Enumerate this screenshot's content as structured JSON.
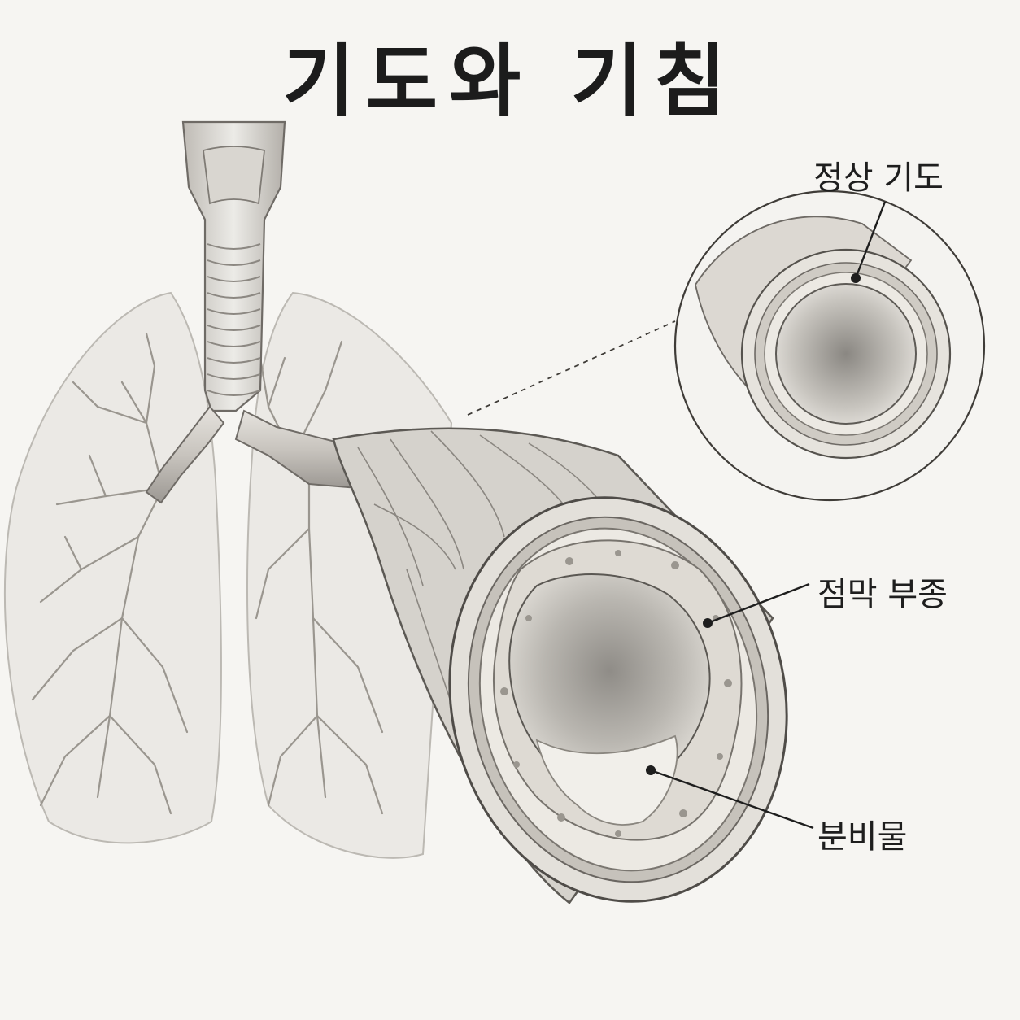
{
  "title": "기도와 기침",
  "labels": {
    "normal_airway": "정상 기도",
    "mucosal_edema": "점막 부종",
    "secretion": "분비물"
  },
  "colors": {
    "background": "#f6f5f2",
    "ink": "#2a2a2a",
    "lung_fill": "#e9e7e3",
    "tissue_light": "#e2dfda",
    "tissue_mid": "#bdb9b2",
    "tissue_dark": "#6d6a65",
    "mucus": "#f1efea"
  },
  "icons": {
    "trachea": "trachea-illustration",
    "lungs": "lungs-illustration",
    "airway_cross_section": "airway-cross-section-illustration",
    "magnifier": "magnified-normal-airway-illustration"
  }
}
